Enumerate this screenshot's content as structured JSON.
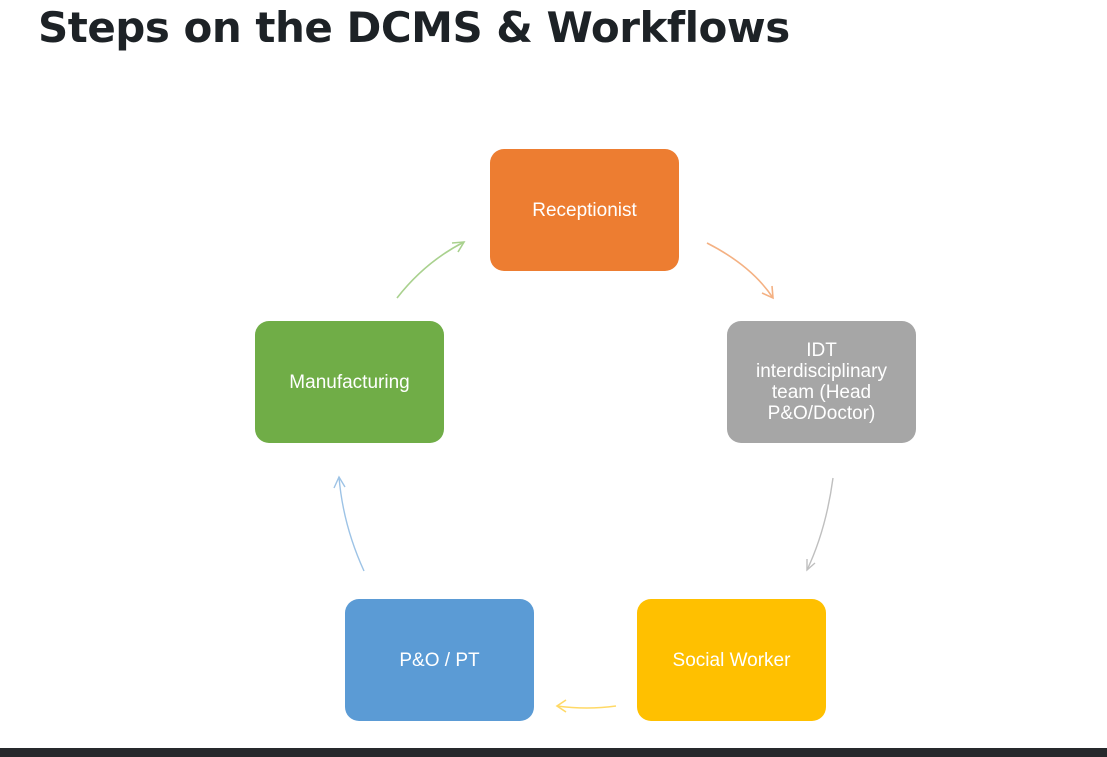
{
  "title": "Steps on the DCMS & Workflows",
  "nodes": [
    {
      "id": "receptionist",
      "label": "Receptionist",
      "color": "#ed7d31"
    },
    {
      "id": "idt",
      "label": "IDT\ninterdisciplinary\nteam (Head\nP&O/Doctor)",
      "color": "#a6a6a6"
    },
    {
      "id": "social",
      "label": "Social Worker",
      "color": "#ffc000"
    },
    {
      "id": "po",
      "label": "P&O / PT",
      "color": "#5b9bd5"
    },
    {
      "id": "manufacturing",
      "label": "Manufacturing",
      "color": "#70ad47"
    }
  ],
  "arrows": [
    {
      "from": "receptionist",
      "to": "idt",
      "color": "#f4b183"
    },
    {
      "from": "idt",
      "to": "social",
      "color": "#bfbfbf"
    },
    {
      "from": "social",
      "to": "po",
      "color": "#ffd966"
    },
    {
      "from": "po",
      "to": "manufacturing",
      "color": "#9dc3e6"
    },
    {
      "from": "manufacturing",
      "to": "receptionist",
      "color": "#a9d18e"
    }
  ],
  "footer_bar_color": "#26292c"
}
